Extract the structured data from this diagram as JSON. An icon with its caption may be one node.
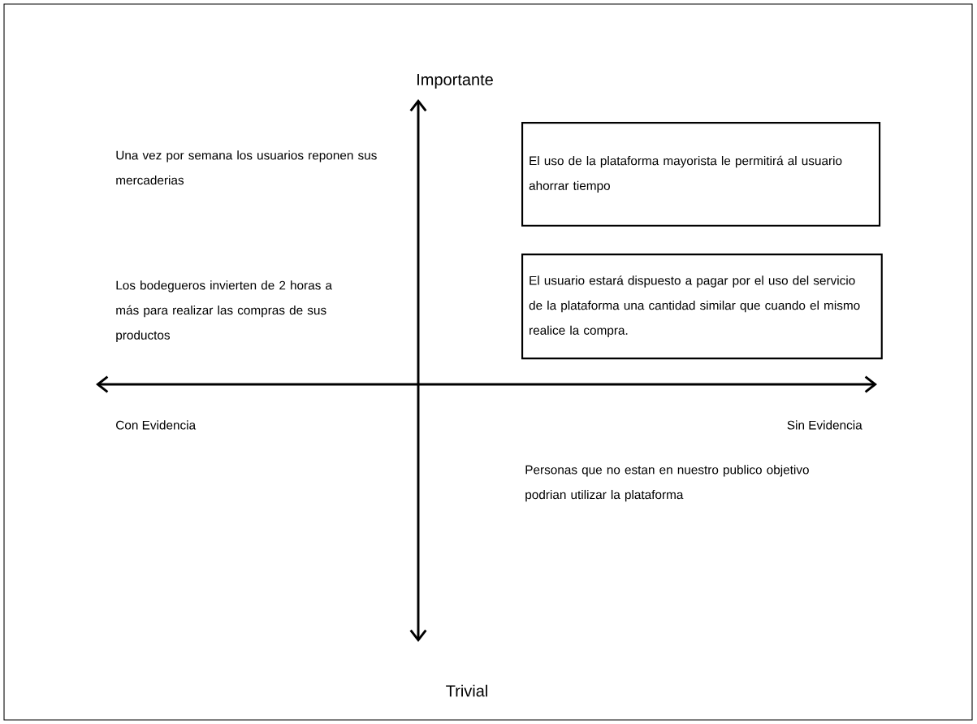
{
  "diagram": {
    "nodes": [
      {
        "text": [
          "El uso de la plataforma mayorista le permitirá al usuario ahorrar tiempo"
        ]
      },
      {
        "text": [
          "El usuario estará dispuesto a pagar por el uso del servicio de la plataforma una cantidad similar que cuando el mismo realice la compra."
        ]
      }
    ],
    "labels": [
      "Importante",
      "Una vez por semana los usuarios reponen sus mercaderias",
      "Los bodegueros invierten de 2 horas a más para realizar las compras de sus productos",
      "Con Evidencia",
      "Sin Evidencia",
      "Personas que no estan en nuestro publico objetivo podrian utilizar la plataforma",
      "Trivial"
    ]
  }
}
